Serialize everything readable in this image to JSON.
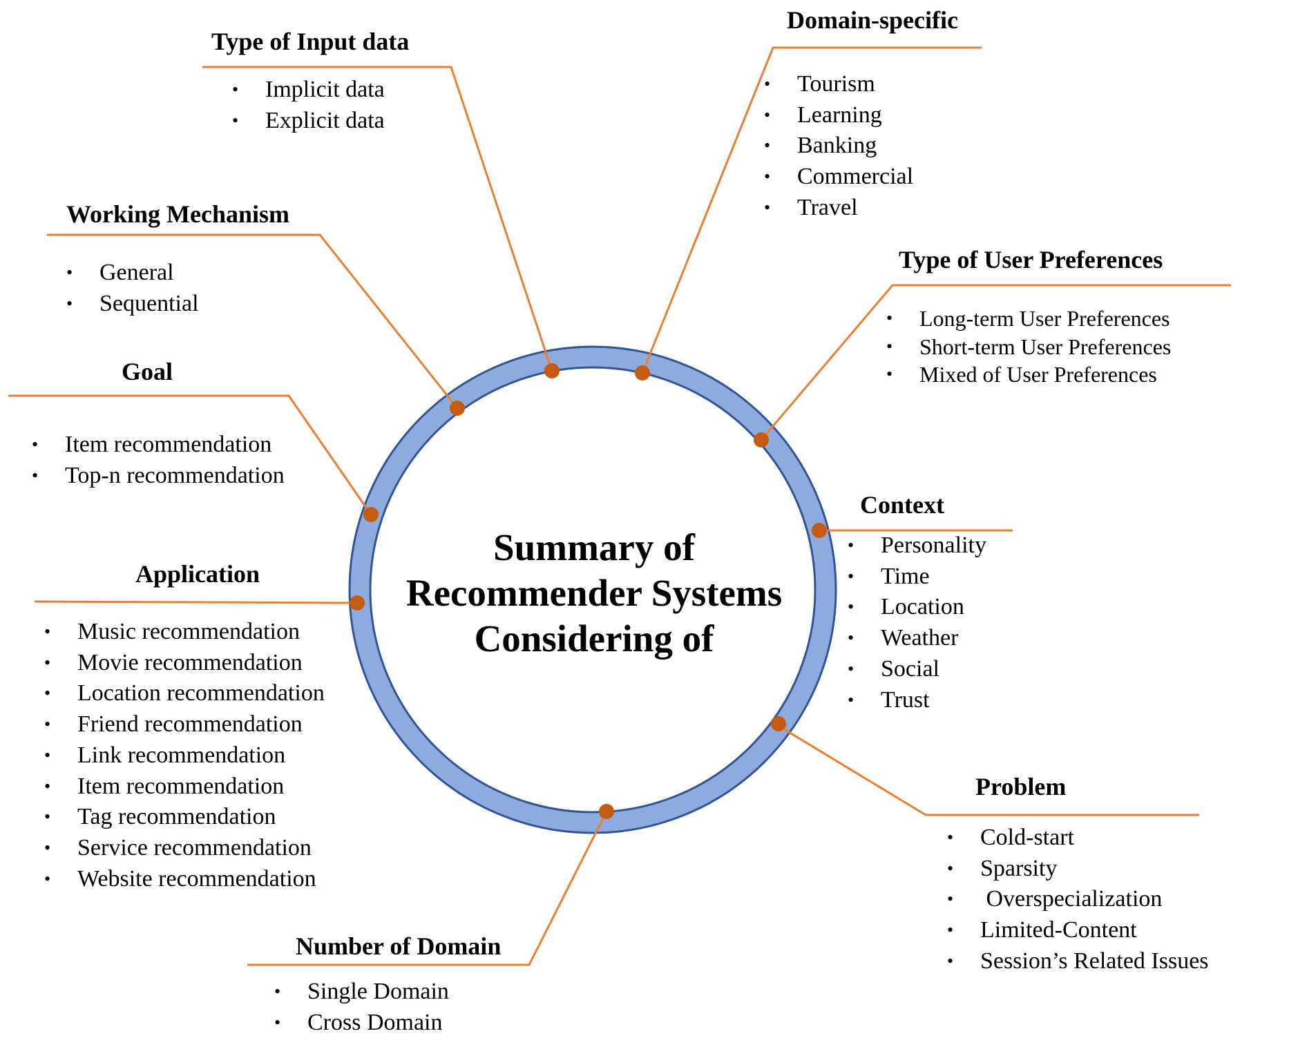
{
  "center": {
    "lines": [
      "Summary of",
      "Recommender Systems",
      "Considering of"
    ]
  },
  "colors": {
    "ring_fill": "#8FAADC",
    "ring_stroke": "#2F5597",
    "connector": "#ED7D31",
    "dot": "#C55A11"
  },
  "groups": {
    "input_data": {
      "title": "Type of Input data",
      "items": [
        "Implicit data",
        "Explicit data"
      ]
    },
    "domain": {
      "title": "Domain-specific",
      "items": [
        "Tourism",
        "Learning",
        "Banking",
        "Commercial",
        "Travel"
      ]
    },
    "working": {
      "title": "Working Mechanism",
      "items": [
        "General",
        "Sequential"
      ]
    },
    "preferences": {
      "title": "Type of User Preferences",
      "items": [
        "Long-term User Preferences",
        "Short-term User Preferences",
        "Mixed of User Preferences"
      ]
    },
    "goal": {
      "title": "Goal",
      "items": [
        "Item recommendation",
        "Top-n recommendation"
      ]
    },
    "context": {
      "title": "Context",
      "items": [
        "Personality",
        "Time",
        "Location",
        "Weather",
        "Social",
        "Trust"
      ]
    },
    "application": {
      "title": "Application",
      "items": [
        "Music recommendation",
        "Movie recommendation",
        "Location recommendation",
        "Friend recommendation",
        "Link recommendation",
        "Item recommendation",
        "Tag recommendation",
        "Service recommendation",
        "Website recommendation"
      ]
    },
    "problem": {
      "title": "Problem",
      "items": [
        "Cold-start",
        "Sparsity",
        " Overspecialization",
        "Limited-Content",
        "Session’s Related Issues"
      ]
    },
    "num_domain": {
      "title": "Number of Domain",
      "items": [
        "Single Domain",
        "Cross Domain"
      ]
    }
  }
}
